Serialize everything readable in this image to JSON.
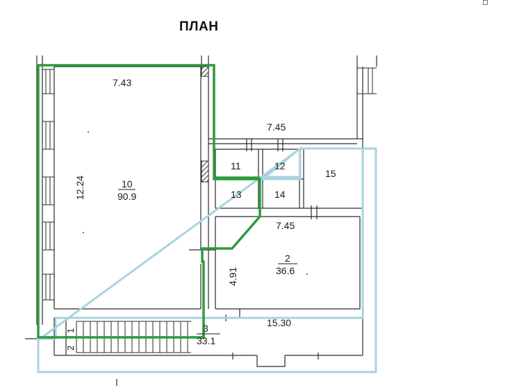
{
  "title": "ПЛАН",
  "rooms": {
    "r10": {
      "number": "10",
      "area": "90.9"
    },
    "r2": {
      "number": "2",
      "area": "36.6"
    },
    "r3": {
      "number": "3",
      "area": "33.1"
    },
    "r11": {
      "number": "11"
    },
    "r12": {
      "number": "12"
    },
    "r13": {
      "number": "13"
    },
    "r14": {
      "number": "14"
    },
    "r15": {
      "number": "15"
    },
    "r1": {
      "number": "1"
    },
    "r2b": {
      "number": "2"
    }
  },
  "dimensions": {
    "top_left": "7.43",
    "left_vertical": "12.24",
    "top_right": "7.45",
    "middle_right": "7.45",
    "room2_vertical": "4.91",
    "corridor": "15.30"
  },
  "colors": {
    "green_outline": "#2e9a3f",
    "blue_outline": "#a8d3e0",
    "wall": "#2a2a2a"
  }
}
